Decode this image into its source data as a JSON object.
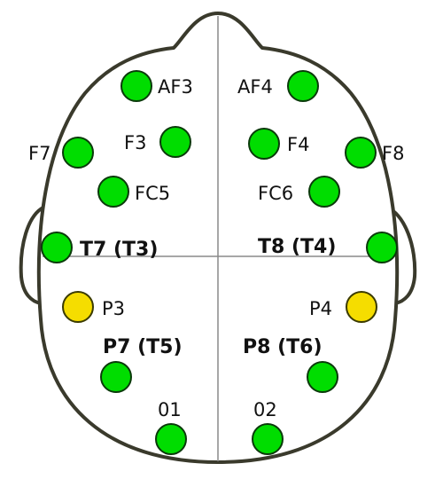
{
  "colors": {
    "outline": "#3a3a2c",
    "midline": "#8a8a8a",
    "green_fill": "#00dd00",
    "green_stroke": "#0a3a0a",
    "yellow_fill": "#f5dd00",
    "yellow_stroke": "#3a3a00",
    "label": "#111111"
  },
  "electrodes": [
    {
      "id": "af3",
      "label": "AF3",
      "color": "green"
    },
    {
      "id": "af4",
      "label": "AF4",
      "color": "green"
    },
    {
      "id": "f3",
      "label": "F3",
      "color": "green"
    },
    {
      "id": "f4",
      "label": "F4",
      "color": "green"
    },
    {
      "id": "f7",
      "label": "F7",
      "color": "green"
    },
    {
      "id": "f8",
      "label": "F8",
      "color": "green"
    },
    {
      "id": "fc5",
      "label": "FC5",
      "color": "green"
    },
    {
      "id": "fc6",
      "label": "FC6",
      "color": "green"
    },
    {
      "id": "t7",
      "label": "T7 (T3)",
      "color": "green"
    },
    {
      "id": "t8",
      "label": "T8 (T4)",
      "color": "green"
    },
    {
      "id": "p3",
      "label": "P3",
      "color": "yellow"
    },
    {
      "id": "p4",
      "label": "P4",
      "color": "yellow"
    },
    {
      "id": "p7",
      "label": "P7 (T5)",
      "color": "green"
    },
    {
      "id": "p8",
      "label": "P8 (T6)",
      "color": "green"
    },
    {
      "id": "o1",
      "label": "01",
      "color": "green"
    },
    {
      "id": "o2",
      "label": "02",
      "color": "green"
    }
  ]
}
